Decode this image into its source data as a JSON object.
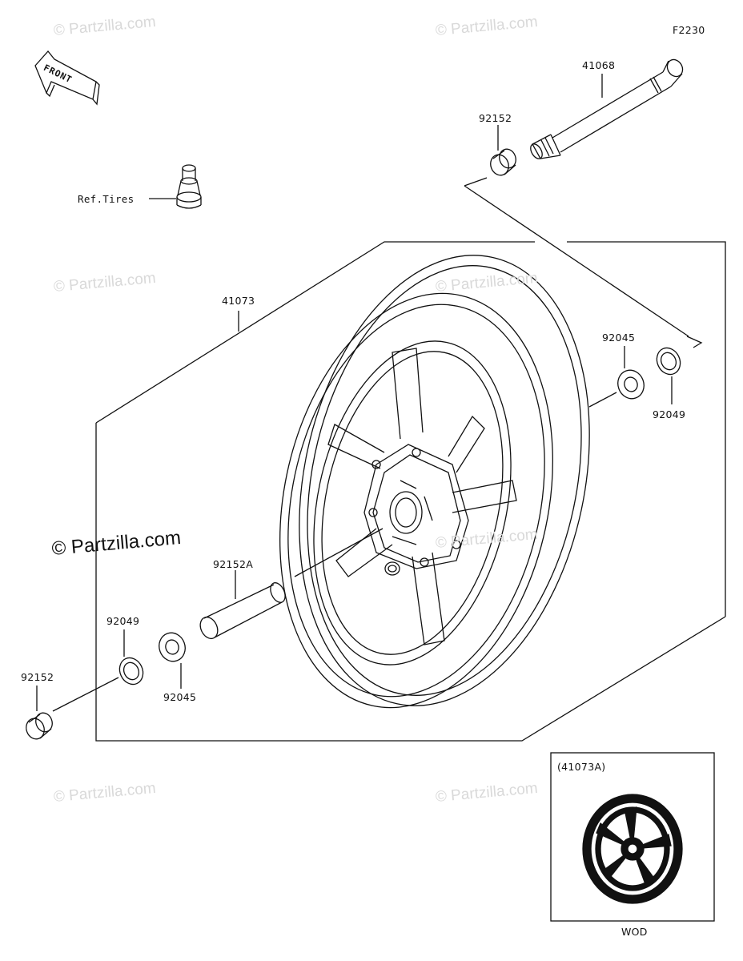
{
  "diagram_code": "F2230",
  "front_label": "FRONT",
  "watermark_text": "© Partzilla.com",
  "watermark_prominent": "© Partzilla.com",
  "ref_tires": "Ref.Tires",
  "parts": {
    "axle": "41068",
    "collar_top": "92152",
    "wheel": "41073",
    "bearing_right": "92045",
    "seal_right": "92049",
    "collar_center": "92152A",
    "seal_left": "92049",
    "bearing_left": "92045",
    "collar_left": "92152"
  },
  "inset": {
    "title": "(41073A)",
    "caption": "WOD"
  },
  "colors": {
    "line": "#111111",
    "watermark": "#d9d9d9"
  }
}
